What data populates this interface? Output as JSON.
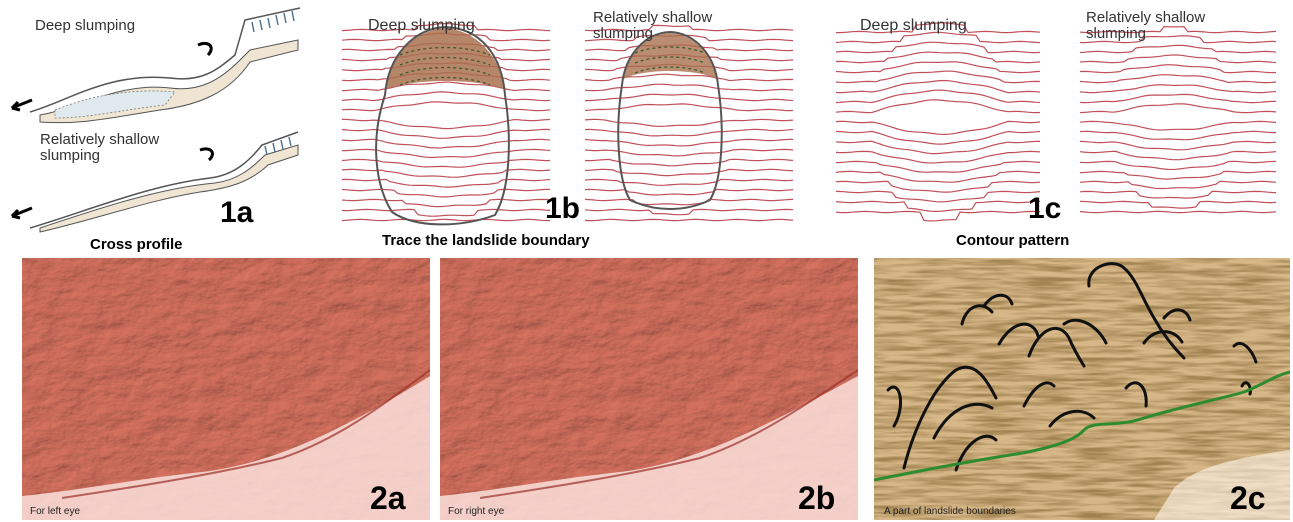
{
  "top": {
    "panel_1a": {
      "id": "1a",
      "deep_label": "Deep slumping",
      "shallow_label": "Relatively shallow\nslumping",
      "caption": "Cross profile"
    },
    "panel_1b": {
      "id": "1b",
      "left_label": "Deep slumping",
      "right_label": "Relatively shallow\nslumping",
      "caption": "Trace the landslide boundary"
    },
    "panel_1c": {
      "id": "1c",
      "left_label": "Deep slumping",
      "right_label": "Relatively shallow\nslumping",
      "caption": "Contour pattern"
    }
  },
  "bottom": {
    "panel_2a": {
      "id": "2a",
      "caption": "For left eye"
    },
    "panel_2b": {
      "id": "2b",
      "caption": "For right eye"
    },
    "panel_2c": {
      "id": "2c",
      "caption": "A part of landslide boundaries"
    }
  },
  "colors": {
    "contour": "#c0505a",
    "boundary": "#555555",
    "slump_fill": "#a9714f",
    "relief": "#d9725f",
    "map_bg": "#d8b98c",
    "landslide_line": "#111111",
    "stream": "#2e8b2e"
  }
}
